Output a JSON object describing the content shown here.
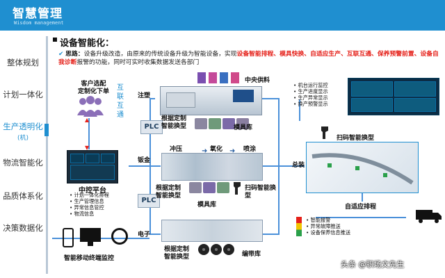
{
  "header": {
    "title": "智慧管理",
    "subtitle": "Wisdom management"
  },
  "sidebar": {
    "items": [
      {
        "label": "整体规划"
      },
      {
        "label": "计划一体化"
      },
      {
        "label": "生产透明化",
        "label2": "(机)"
      },
      {
        "label": "物流智能化"
      },
      {
        "label": "品质体系化"
      },
      {
        "label": "决策数据化"
      }
    ]
  },
  "section": {
    "title": "设备智能化：",
    "idea_lead": "思路：",
    "idea_p1": "设备升级改造，由原来的传统设备升级为智能设备，实现",
    "idea_r1": "设备智能排程、模具快换、自适应生产、互联互通、保养预警前置、设备自我诊断",
    "idea_p2": "报警的功能，同时可实时收集数据发送各部门"
  },
  "diagram": {
    "customer": "客户选配\n定制化下单",
    "interconnect": "互联互通",
    "injection": "注塑",
    "sheet_metal": "钣金",
    "electronics": "电子",
    "plc": "PLC",
    "custom_mold_1": "根据定制\n智能换型",
    "mold_lib_1": "模具库",
    "central_supply": "中央供料",
    "stamping": "冲压",
    "oxidation": "氧化",
    "spraying": "喷涂",
    "custom_mold_2": "根据定制\n智能换型",
    "mold_lib_2": "模具库",
    "scan_change_1": "扫码智能换\n型",
    "custom_mold_3": "根据定制\n智能换型",
    "tape_lib": "编带库",
    "assembly": "总装",
    "scan_change_2": "扫码智能换型",
    "adaptive": "自适应排程",
    "central_platform": "中控平台",
    "platform_items": [
      "计划一体化排程",
      "生产管理信息",
      "异常信息管控",
      "物流信息"
    ],
    "monitor_items": [
      "机台运行监控",
      "生产进度显示",
      "生产异常显示",
      "换产预警显示"
    ],
    "alarm_items": [
      "智能报警",
      "异常故障推送",
      "设备保养信息推送"
    ],
    "mobile_monitor": "智能移动终端监控",
    "watermark": "头条 @职场文先生"
  },
  "colors": {
    "accent": "#1f8fd0",
    "red": "#e5211a",
    "customer": "#8b6fb8"
  }
}
